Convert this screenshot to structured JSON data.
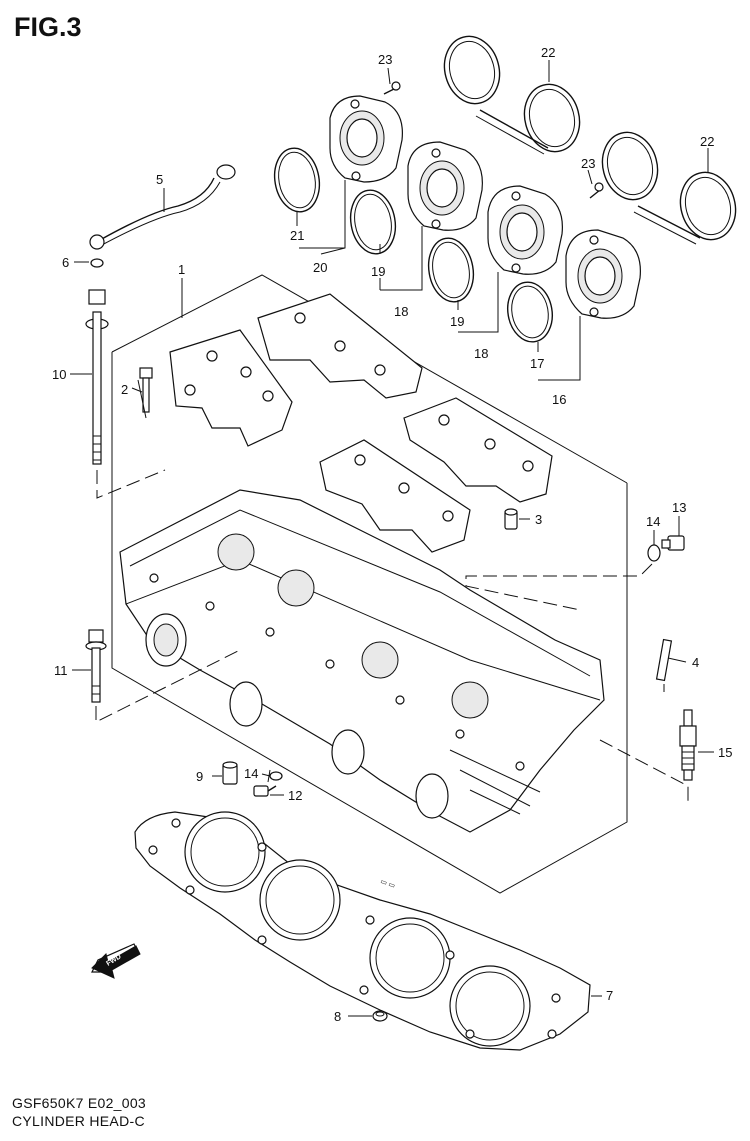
{
  "figure": {
    "title": "FIG.3",
    "code": "GSF650K7 E02_003",
    "name": "CYLINDER HEAD-C",
    "fwd_label": "FWD"
  },
  "callouts": [
    {
      "id": "c1",
      "label": "1"
    },
    {
      "id": "c2",
      "label": "2"
    },
    {
      "id": "c3",
      "label": "3"
    },
    {
      "id": "c4",
      "label": "4"
    },
    {
      "id": "c5",
      "label": "5"
    },
    {
      "id": "c6",
      "label": "6"
    },
    {
      "id": "c7",
      "label": "7"
    },
    {
      "id": "c8",
      "label": "8"
    },
    {
      "id": "c9",
      "label": "9"
    },
    {
      "id": "c10",
      "label": "10"
    },
    {
      "id": "c11",
      "label": "11"
    },
    {
      "id": "c12",
      "label": "12"
    },
    {
      "id": "c13",
      "label": "13"
    },
    {
      "id": "c14a",
      "label": "14"
    },
    {
      "id": "c14b",
      "label": "14"
    },
    {
      "id": "c15",
      "label": "15"
    },
    {
      "id": "c16",
      "label": "16"
    },
    {
      "id": "c17",
      "label": "17"
    },
    {
      "id": "c18a",
      "label": "18"
    },
    {
      "id": "c18b",
      "label": "18"
    },
    {
      "id": "c19a",
      "label": "19"
    },
    {
      "id": "c19b",
      "label": "19"
    },
    {
      "id": "c20",
      "label": "20"
    },
    {
      "id": "c21",
      "label": "21"
    },
    {
      "id": "c22a",
      "label": "22"
    },
    {
      "id": "c22b",
      "label": "22"
    },
    {
      "id": "c23a",
      "label": "23"
    },
    {
      "id": "c23b",
      "label": "23"
    }
  ]
}
